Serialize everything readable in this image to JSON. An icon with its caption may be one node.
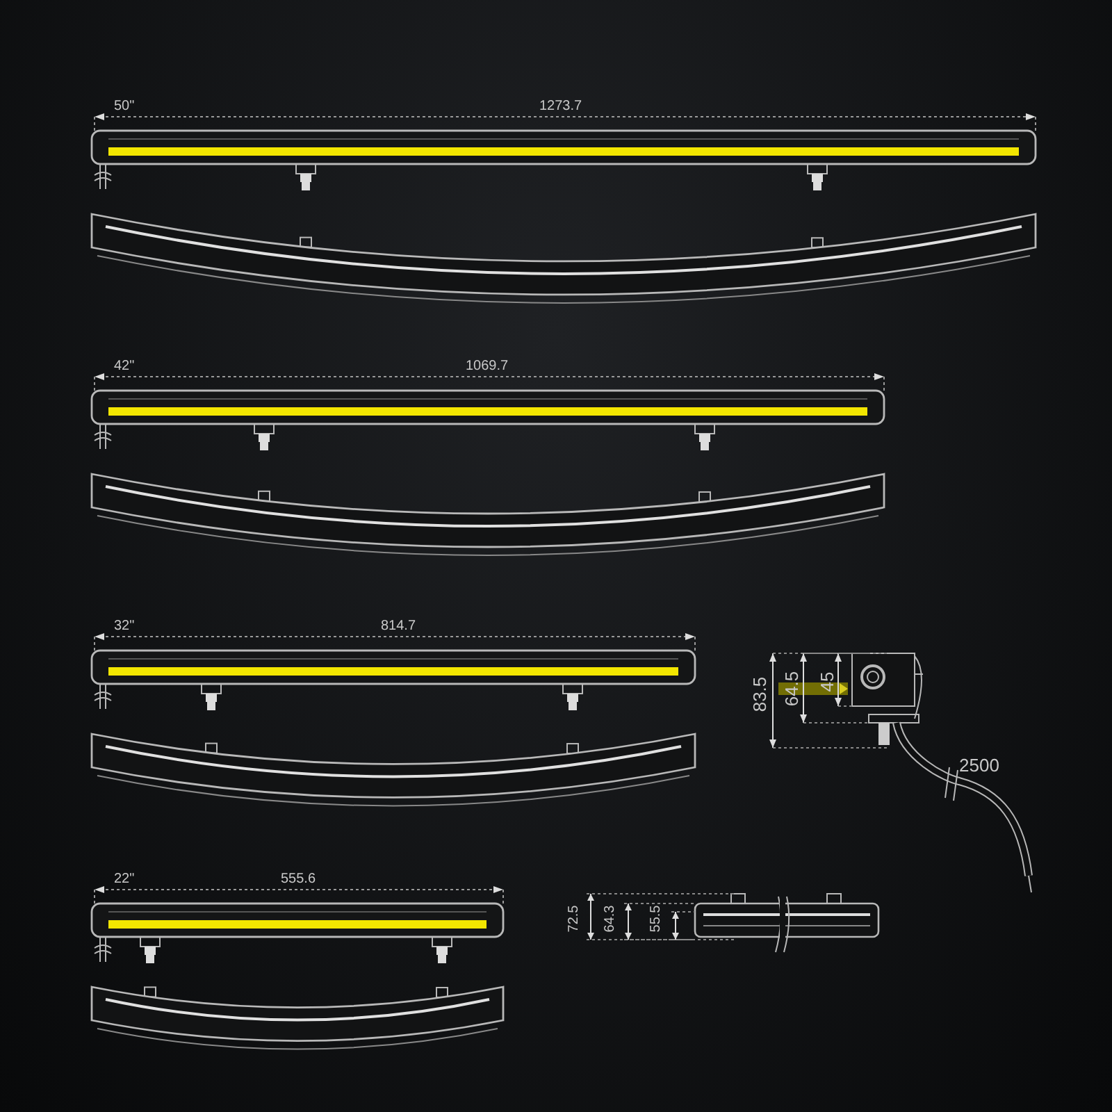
{
  "diagram": {
    "labels": [
      "50\"",
      "1273.7",
      "42\"",
      "1069.7",
      "32\"",
      "814.7",
      "83.5",
      "64.5",
      "45",
      "2500",
      "22\"",
      "555.6",
      "72.5",
      "64.3",
      "55.5"
    ]
  }
}
